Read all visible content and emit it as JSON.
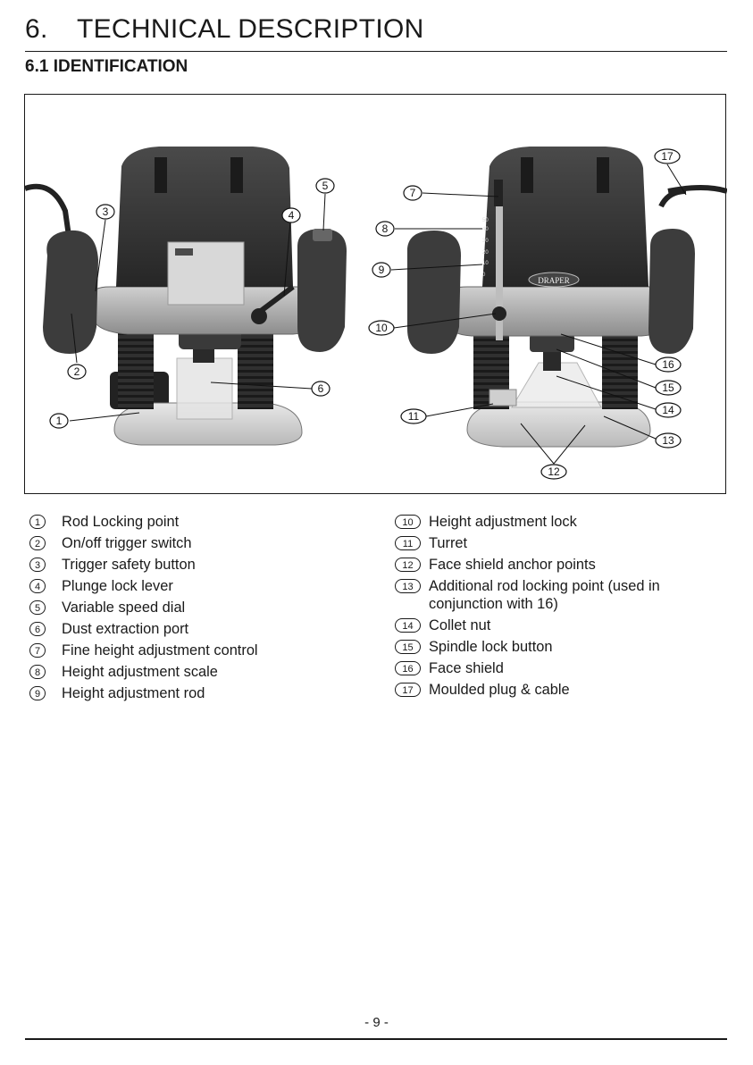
{
  "section": {
    "number": "6.",
    "title": "TECHNICAL DESCRIPTION"
  },
  "subsection": {
    "title": "6.1 IDENTIFICATION"
  },
  "figure": {
    "brand_badge": "DRAPER",
    "scale_marks": [
      "50",
      "40",
      "30",
      "20",
      "10",
      "0"
    ],
    "callouts": [
      "1",
      "2",
      "3",
      "4",
      "5",
      "6",
      "7",
      "8",
      "9",
      "10",
      "11",
      "12",
      "13",
      "14",
      "15",
      "16",
      "17"
    ]
  },
  "legend_left": [
    {
      "num": "1",
      "label": "Rod Locking point"
    },
    {
      "num": "2",
      "label": "On/off trigger switch"
    },
    {
      "num": "3",
      "label": "Trigger safety button"
    },
    {
      "num": "4",
      "label": "Plunge lock lever"
    },
    {
      "num": "5",
      "label": "Variable speed dial"
    },
    {
      "num": "6",
      "label": "Dust extraction port"
    },
    {
      "num": "7",
      "label": "Fine height adjustment control"
    },
    {
      "num": "8",
      "label": "Height adjustment scale"
    },
    {
      "num": "9",
      "label": "Height adjustment rod"
    }
  ],
  "legend_right": [
    {
      "num": "10",
      "label": "Height adjustment lock"
    },
    {
      "num": "11",
      "label": "Turret"
    },
    {
      "num": "12",
      "label": "Face shield anchor points"
    },
    {
      "num": "13",
      "label": "Additional rod locking point (used in conjunction with 16)"
    },
    {
      "num": "14",
      "label": "Collet nut"
    },
    {
      "num": "15",
      "label": "Spindle lock button"
    },
    {
      "num": "16",
      "label": "Face shield"
    },
    {
      "num": "17",
      "label": "Moulded plug & cable"
    }
  ],
  "page_number": "- 9 -"
}
